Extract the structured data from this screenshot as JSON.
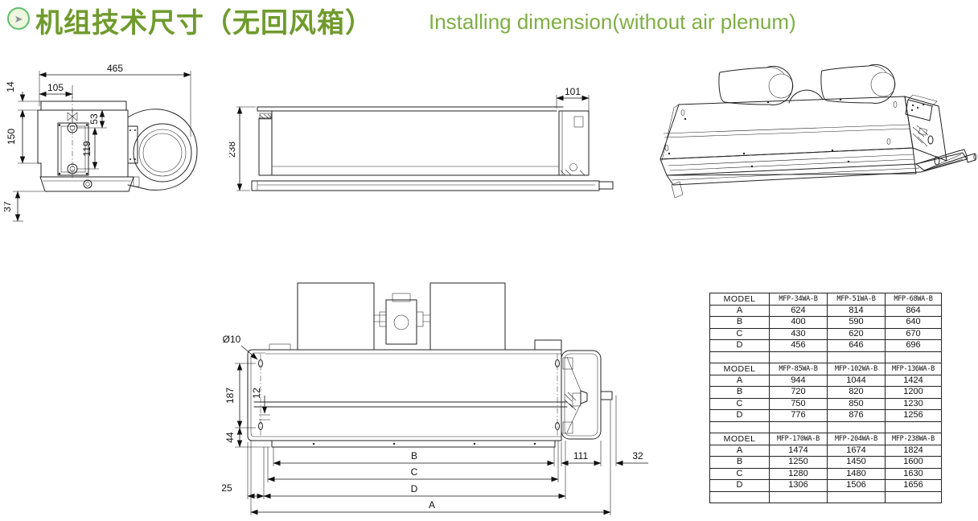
{
  "page": {
    "background": "#ffffff"
  },
  "header": {
    "bullet_icon": "play-circle",
    "title_zh": "机组技术尺寸（无回风箱）",
    "title_en": "Installing dimension(without air plenum)",
    "title_zh_color": "#6f9b2d",
    "title_en_color": "#7fae44"
  },
  "drawings": {
    "side_view": {
      "label": "end view with fan scroll",
      "dims": {
        "total_width": "465",
        "top_offset": "14",
        "pipe_x": "105",
        "pipe_top": "53",
        "pipe_span": "119",
        "body_height": "150",
        "drain_depth": "37"
      }
    },
    "front_view": {
      "label": "front elevation",
      "dims": {
        "height": "238",
        "end_box_width": "101"
      }
    },
    "iso_view": {
      "label": "isometric view"
    },
    "plan_view": {
      "label": "bottom plan view",
      "dims": {
        "hole_dia": "Ø10",
        "hole_span": "187",
        "tube_offset": "12",
        "edge_offset": "44",
        "hole_edge": "25",
        "dim_b": "B",
        "dim_c": "C",
        "dim_d": "D",
        "dim_a": "A",
        "end_panel": "111",
        "pipe_ext": "32"
      }
    }
  },
  "table": {
    "header_label": "MODEL",
    "row_labels": [
      "A",
      "B",
      "C",
      "D"
    ],
    "blocks": [
      {
        "models": [
          "MFP-34WA-B",
          "MFP-51WA-B",
          "MFP-68WA-B"
        ],
        "rows": [
          [
            "A",
            "624",
            "814",
            "864"
          ],
          [
            "B",
            "400",
            "590",
            "640"
          ],
          [
            "C",
            "430",
            "620",
            "670"
          ],
          [
            "D",
            "456",
            "646",
            "696"
          ]
        ]
      },
      {
        "models": [
          "MFP-85WA-B",
          "MFP-102WA-B",
          "MFP-136WA-B"
        ],
        "rows": [
          [
            "A",
            "944",
            "1044",
            "1424"
          ],
          [
            "B",
            "720",
            "820",
            "1200"
          ],
          [
            "C",
            "750",
            "850",
            "1230"
          ],
          [
            "D",
            "776",
            "876",
            "1256"
          ]
        ]
      },
      {
        "models": [
          "MFP-170WA-B",
          "MFP-204WA-B",
          "MFP-238WA-B"
        ],
        "rows": [
          [
            "A",
            "1474",
            "1674",
            "1824"
          ],
          [
            "B",
            "1250",
            "1450",
            "1600"
          ],
          [
            "C",
            "1280",
            "1480",
            "1630"
          ],
          [
            "D",
            "1306",
            "1506",
            "1656"
          ]
        ]
      }
    ]
  }
}
